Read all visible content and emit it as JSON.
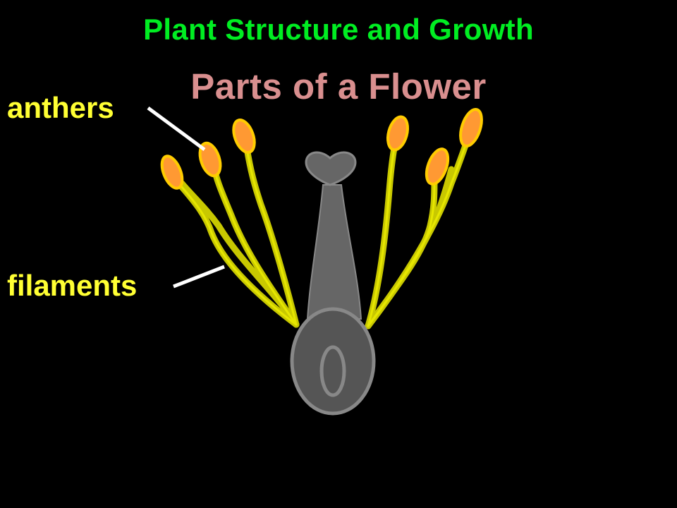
{
  "slide": {
    "title": "Plant Structure and Growth",
    "subtitle": "Parts of a Flower"
  },
  "labels": {
    "anthers": "anthers",
    "filaments": "filaments"
  },
  "colors": {
    "background": "#000000",
    "title": "#00ee22",
    "subtitle": "#d98f8f",
    "label": "#ffff33",
    "pointer_line": "#ffffff",
    "filament": "#c8c800",
    "anther_fill": "#ff9933",
    "anther_outline": "#ffcc00",
    "pistil": "#666666",
    "pistil_outline": "#888888"
  }
}
